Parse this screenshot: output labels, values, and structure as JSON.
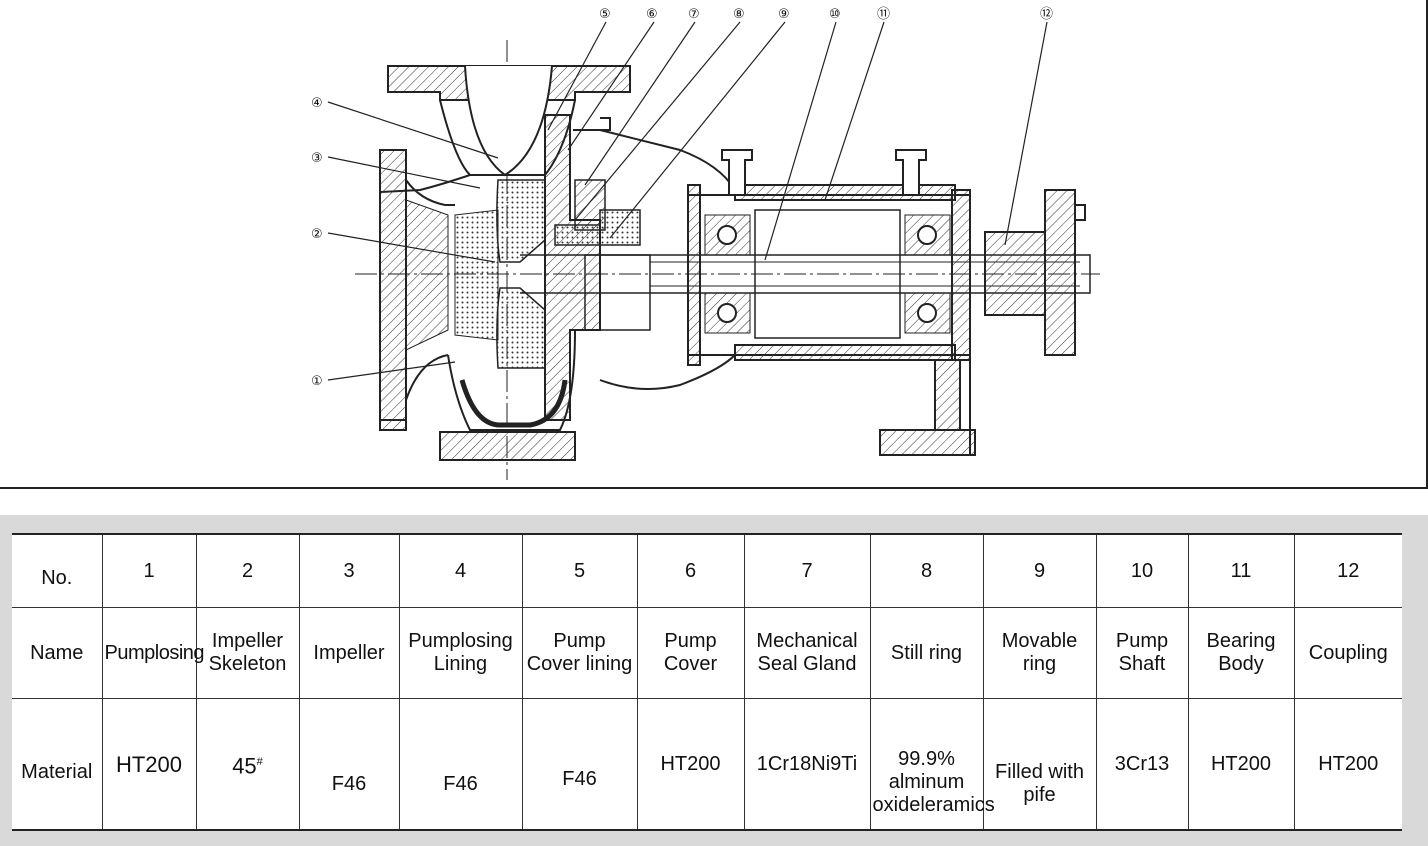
{
  "callouts": [
    "①",
    "②",
    "③",
    "④",
    "⑤",
    "⑥",
    "⑦",
    "⑧",
    "⑨",
    "⑩",
    "⑪",
    "⑫"
  ],
  "table": {
    "row_labels": {
      "no": "No.",
      "name": "Name",
      "material": "Material"
    },
    "columns": [
      {
        "no": "1",
        "name": "Pumplosing",
        "material": "HT200"
      },
      {
        "no": "2",
        "name": "Impeller Skeleton",
        "material": "45",
        "material_sup": "#"
      },
      {
        "no": "3",
        "name": "Impeller",
        "material": "F46"
      },
      {
        "no": "4",
        "name": "Pumplosing Lining",
        "material": "F46"
      },
      {
        "no": "5",
        "name": "Pump Cover lining",
        "material": "F46"
      },
      {
        "no": "6",
        "name": "Pump Cover",
        "material": "HT200"
      },
      {
        "no": "7",
        "name": "Mechanical Seal Gland",
        "material": "1Cr18Ni9Ti"
      },
      {
        "no": "8",
        "name": "Still ring",
        "material": "99.9% alminum oxideleramics"
      },
      {
        "no": "9",
        "name": "Movable ring",
        "material": "Filled with pife"
      },
      {
        "no": "10",
        "name": "Pump Shaft",
        "material": "3Cr13"
      },
      {
        "no": "11",
        "name": "Bearing Body",
        "material": "HT200"
      },
      {
        "no": "12",
        "name": "Coupling",
        "material": "HT200"
      }
    ]
  },
  "colors": {
    "panel_gray": "#d9d9d9",
    "line": "#222222"
  }
}
